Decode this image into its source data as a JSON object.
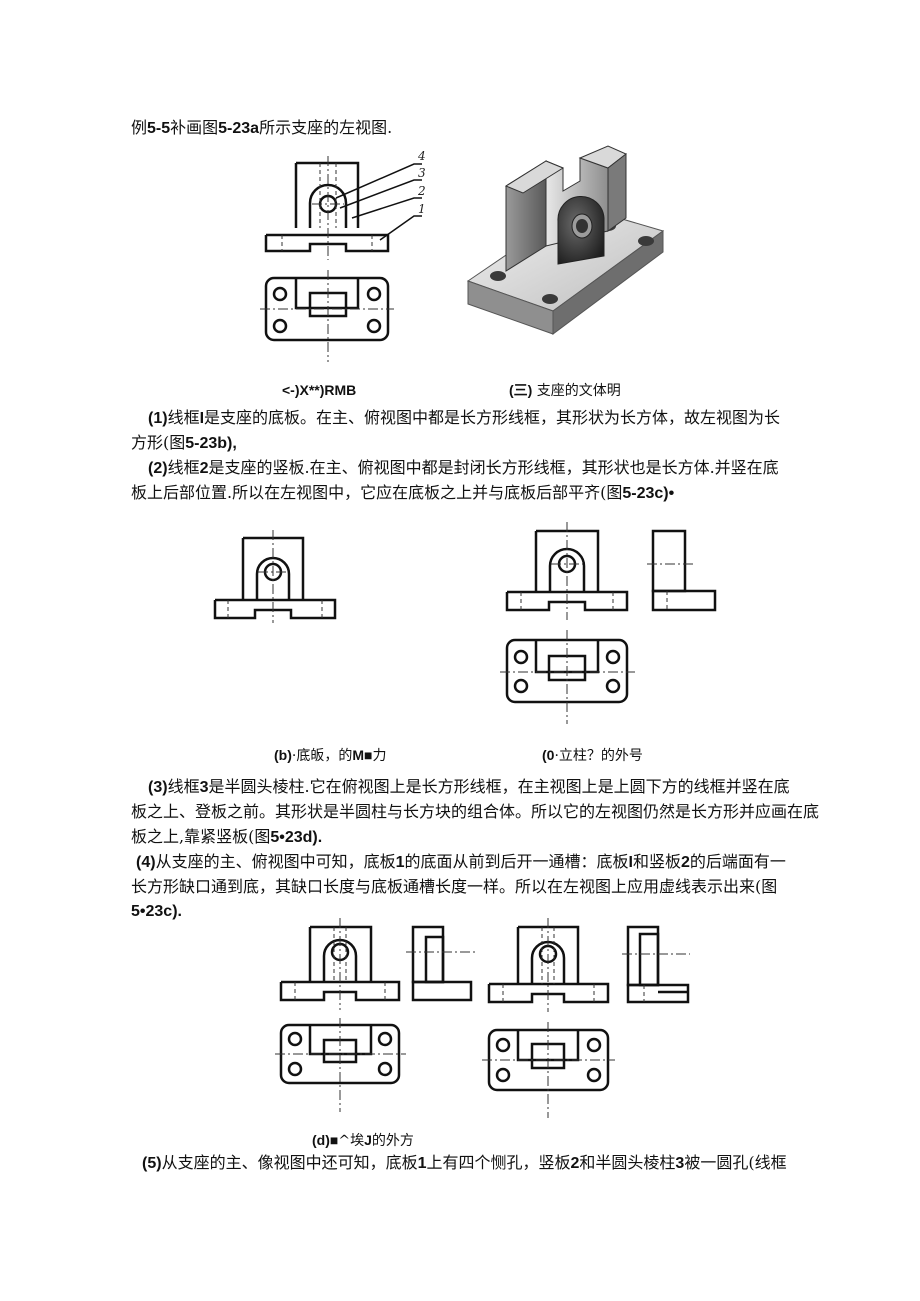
{
  "title_line": {
    "prefix": "例",
    "b1": "5-5",
    "mid": "补画图",
    "b2": "5-23a",
    "suffix": "所示支座的左视图."
  },
  "figure_a": {
    "labels": [
      "4",
      "3",
      "2",
      "1"
    ]
  },
  "captions": {
    "a": "<-)X**)RMB",
    "solid": {
      "b": "(三)",
      "text": "支座的文体明"
    },
    "b": {
      "b": "(b)",
      "text": "·底皈，的",
      "b2": "M■",
      "text2": "力"
    },
    "c": {
      "b": "(0",
      "text": "·立柱？的外号"
    },
    "d": {
      "b": "(d)■",
      "text": "^埃",
      "b2": "J",
      "text2": "的外方"
    }
  },
  "paragraphs": {
    "p1": {
      "l1": {
        "b": "(1)",
        "t1": "线框",
        "b2": "I",
        "t2": "是支座的底板。在主、俯视图中都是长方形线框，其形状为长方体，故左视图为长"
      },
      "l2": {
        "t1": "方形(图",
        "b": "5-23b),"
      }
    },
    "p2": {
      "l1": {
        "b": "(2)",
        "t1": "线框",
        "b2": "2",
        "t2": "是支座的竖板.在主、俯视图中都是封闭长方形线框，其形状也是长方体.并竖在底"
      },
      "l2": {
        "t1": "板上后部位置.所以在左视图中，它应在底板之上并与底板后部平齐(图",
        "b": "5-23c)•"
      }
    },
    "p3": {
      "l1": {
        "b": "(3)",
        "t1": "线框",
        "b2": "3",
        "t2": "是半圆头棱柱.它在俯视图上是长方形线框，在主视图上是上圆下方的线框并竖在底"
      },
      "l2": {
        "t1": "板之上、登板之前。其形状是半圆柱与长方块的组合体。所以它的左视图仍然是长方形并应画在底"
      },
      "l3": {
        "t1": "板之上,靠紧竖板(图",
        "b": "5•23d)."
      }
    },
    "p4": {
      "l1": {
        "b": "(4)",
        "t1": "从支座的主、俯视图中可知，底板",
        "b2": "1",
        "t2": "的底面从前到后开一通槽：底板",
        "b3": "I",
        "t3": "和竖板",
        "b4": "2",
        "t4": "的后端面有一"
      },
      "l2": {
        "t1": "长方形缺口通到底，其缺口长度与底板通槽长度一样。所以在左视图上应用虚线表示出来(图"
      },
      "l3": {
        "b": "5•23c)."
      }
    },
    "p5": {
      "l1": {
        "b": "(5)",
        "t1": "从支座的主、像视图中还可知，底板",
        "b2": "1",
        "t2": "上有四个恻孔，竖板",
        "b3": "2",
        "t3": "和半圆头棱柱",
        "b4": "3",
        "t4": "被一圆孔(线框"
      }
    }
  }
}
